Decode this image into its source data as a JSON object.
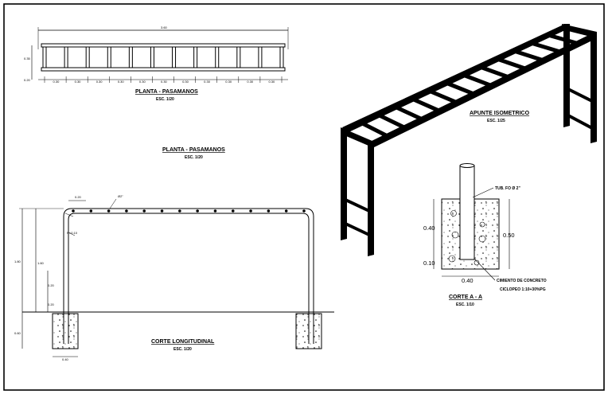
{
  "views": {
    "plan": {
      "title": "PLANTA - PASAMANOS",
      "scale": "ESC. 1/20",
      "overall_dim": "3.60",
      "width_dim": "0.35",
      "edge_dim": "0.20",
      "bay_dim": "0.30",
      "bay_count": 11
    },
    "plan_repeat": {
      "title": "PLANTA - PASAMANOS",
      "scale": "ESC. 1/20"
    },
    "isometric": {
      "title": "APUNTE ISOMETRICO",
      "scale": "ESC. 1/25",
      "rung_count": 12
    },
    "elevation": {
      "title": "CORTE LONGITUDINAL",
      "scale": "ESC. 1/20",
      "rung_count": 14,
      "label_top_left": "0.20",
      "label_pipe": "Ø2\"",
      "label_bend": "R=0.10",
      "label_total_height": "1.80",
      "label_clear_height": "1.60",
      "label_mid_1": "0.20",
      "label_mid_2": "0.20",
      "label_embed": "0.60",
      "label_footing_width": "0.40"
    },
    "section": {
      "title": "CORTE A - A",
      "scale": "ESC. 1/10",
      "pipe_label": "TUB. FO Ø 2\"",
      "height_embed": "0.40",
      "height_base": "0.10",
      "height_right": "0.50",
      "width": "0.40",
      "concrete_note_1": "CIMIENTO DE CONCRETO",
      "concrete_note_2": "CICLOPEO 1:10+30%PG"
    }
  }
}
